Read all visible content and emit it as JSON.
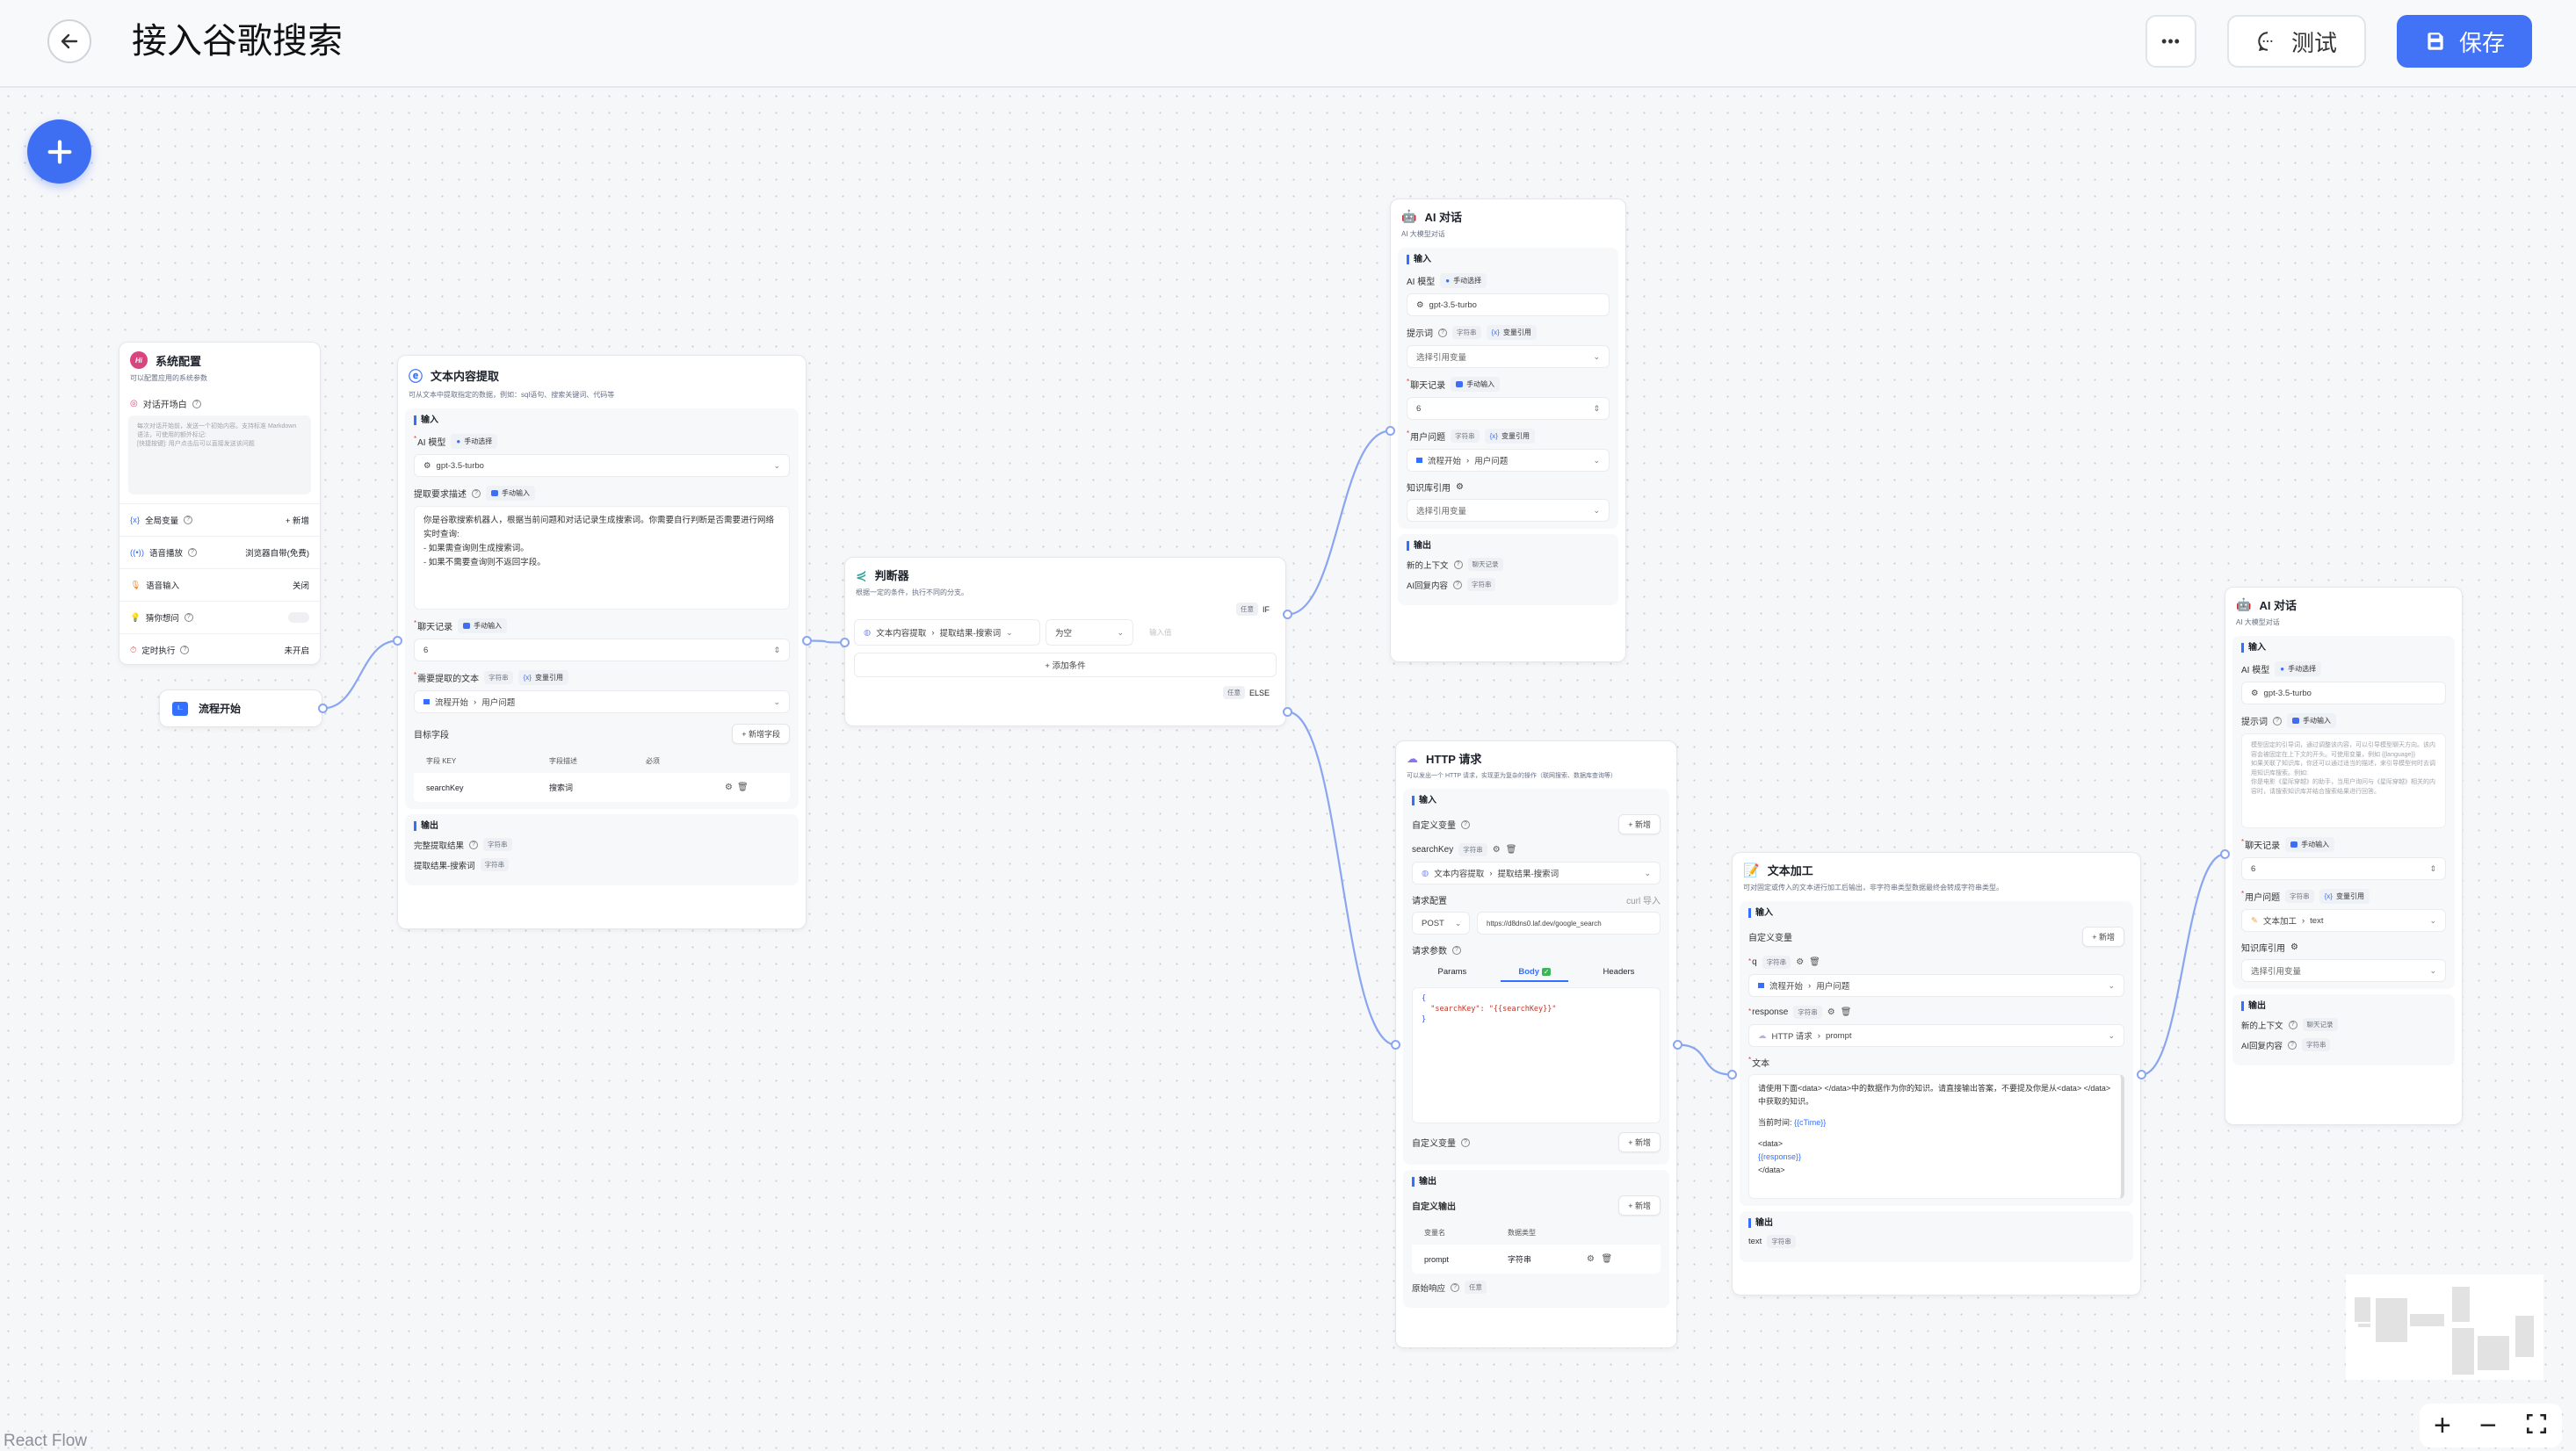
{
  "header": {
    "title": "接入谷歌搜索",
    "more_label": "•••",
    "test_label": "测试",
    "save_label": "保存"
  },
  "colors": {
    "accent": "#3370ff",
    "save_button": "#4272f5",
    "edge": "#8aa6f2",
    "canvas": "#f6f7f9"
  },
  "canvas": {
    "watermark": "React Flow",
    "zoom_in": "+",
    "zoom_out": "−"
  },
  "nodes": {
    "system_config": {
      "title": "系统配置",
      "desc": "可以配置应用的系统参数",
      "welcome_label": "对话开场白",
      "welcome_placeholder": "每次对话开始前，发送一个初始内容。支持标准 Markdown 语法，可使用的额外标记:\n[快捷按键]: 用户点击后可以直接发送该问题",
      "items": [
        {
          "label": "全局变量",
          "value": "+ 新增"
        },
        {
          "label": "语音播放",
          "value": "浏览器自带(免费)"
        },
        {
          "label": "语音输入",
          "value": "关闭"
        },
        {
          "label": "猜你想问",
          "toggle_on": false
        },
        {
          "label": "定时执行",
          "value": "未开启"
        }
      ]
    },
    "flow_start": {
      "title": "流程开始"
    },
    "extract": {
      "title": "文本内容提取",
      "desc": "可从文本中提取指定的数据，例如：sql语句、搜索关键词、代码等",
      "input_title": "输入",
      "model_label": "AI 模型",
      "model_mode": "手动选择",
      "model_value": "gpt-3.5-turbo",
      "desc_label": "提取要求描述",
      "desc_mode": "手动输入",
      "desc_value": "你是谷歌搜索机器人，根据当前问题和对话记录生成搜索词。你需要自行判断是否需要进行网络实时查询:\n- 如果需查询则生成搜索词。\n- 如果不需要查询则不返回字段。",
      "history_label": "聊天记录",
      "history_mode": "手动输入",
      "history_value": "6",
      "text_label": "需要提取的文本",
      "text_type": "字符串",
      "text_mode": "变量引用",
      "text_source": "流程开始",
      "text_field": "用户问题",
      "target_label": "目标字段",
      "add_field": "+ 新增字段",
      "table_headers": [
        "字段 KEY",
        "字段描述",
        "必须"
      ],
      "table_rows": [
        {
          "key": "searchKey",
          "desc": "搜索词"
        }
      ],
      "output_title": "输出",
      "outputs": [
        {
          "label": "完整提取结果",
          "type": "字符串"
        },
        {
          "label": "提取结果-搜索词",
          "type": "字符串"
        }
      ]
    },
    "judge": {
      "title": "判断器",
      "desc": "根据一定的条件，执行不同的分支。",
      "if_tag": "任意",
      "if_label": "IF",
      "cond_source": "文本内容提取",
      "cond_field": "提取结果-搜索词",
      "cond_op": "为空",
      "cond_value_placeholder": "输入值",
      "add_condition": "+ 添加条件",
      "else_tag": "任意",
      "else_label": "ELSE"
    },
    "ai_chat_1": {
      "title": "AI 对话",
      "desc": "AI 大模型对话",
      "input_title": "输入",
      "model_label": "AI 模型",
      "model_mode": "手动选择",
      "model_value": "gpt-3.5-turbo",
      "prompt_label": "提示词",
      "prompt_type": "字符串",
      "prompt_mode": "变量引用",
      "prompt_value": "选择引用变量",
      "history_label": "聊天记录",
      "history_mode": "手动输入",
      "history_value": "6",
      "question_label": "用户问题",
      "question_type": "字符串",
      "question_mode": "变量引用",
      "question_source": "流程开始",
      "question_field": "用户问题",
      "kb_label": "知识库引用",
      "kb_value": "选择引用变量",
      "output_title": "输出",
      "outputs": [
        {
          "label": "新的上下文",
          "type": "聊天记录"
        },
        {
          "label": "AI回复内容",
          "type": "字符串"
        }
      ]
    },
    "http": {
      "title": "HTTP 请求",
      "desc": "可以发出一个 HTTP 请求，实现更为复杂的操作（联网搜索、数据库查询等）",
      "input_title": "输入",
      "custom_var_label": "自定义变量",
      "add_label": "+ 新增",
      "var_name": "searchKey",
      "var_type": "字符串",
      "var_source": "文本内容提取",
      "var_field": "提取结果-搜索词",
      "config_label": "请求配置",
      "curl_import": "curl 导入",
      "method": "POST",
      "url": "https://d8dns0.laf.dev/google_search",
      "params_label": "请求参数",
      "tabs": [
        "Params",
        "Body",
        "Headers"
      ],
      "active_tab": "Body",
      "body_lines": [
        "{",
        "  \"searchKey\": \"{{searchKey}}\"",
        "}"
      ],
      "custom_var_label_2": "自定义变量",
      "output_title": "输出",
      "custom_output_label": "自定义输出",
      "output_headers": [
        "变量名",
        "数据类型"
      ],
      "output_rows": [
        {
          "name": "prompt",
          "type": "字符串"
        }
      ],
      "raw_label": "原始响应",
      "raw_type": "任意"
    },
    "text_process": {
      "title": "文本加工",
      "desc": "可对固定或传入的文本进行加工后输出，非字符串类型数据最终会转成字符串类型。",
      "input_title": "输入",
      "custom_var_label": "自定义变量",
      "add_label": "+ 新增",
      "vars": [
        {
          "name": "q",
          "type": "字符串",
          "source": "流程开始",
          "field": "用户问题"
        },
        {
          "name": "response",
          "type": "字符串",
          "source": "HTTP 请求",
          "field": "prompt"
        }
      ],
      "text_label": "文本",
      "text_line1": "请使用下面<data> </data>中的数据作为你的知识。请直接输出答案，不要提及你是从<data> </data>中获取的知识。",
      "text_time_label": "当前时间: ",
      "text_time_var": "{{cTime}}",
      "text_data_open": "<data>",
      "text_response_var": "{{response}}",
      "text_data_close": "</data>",
      "output_title": "输出",
      "outputs": [
        {
          "label": "text",
          "type": "字符串"
        }
      ]
    },
    "ai_chat_2": {
      "title": "AI 对话",
      "desc": "AI 大模型对话",
      "input_title": "输入",
      "model_label": "AI 模型",
      "model_mode": "手动选择",
      "model_value": "gpt-3.5-turbo",
      "prompt_label": "提示词",
      "prompt_mode": "手动输入",
      "prompt_placeholder": "模型固定的引导词，通过调整该内容，可以引导模型聊天方向。该内容会被固定在上下文的开头。可使用变量，例如 {{language}}\n如果关联了知识库，你还可以通过适当的描述，来引导模型何时去调用知识库搜索。例如:\n你是电影《星际穿越》的助手，当用户询问与《星际穿越》相关的内容时，请搜索知识库并结合搜索结果进行回答。",
      "history_label": "聊天记录",
      "history_mode": "手动输入",
      "history_value": "6",
      "question_label": "用户问题",
      "question_type": "字符串",
      "question_mode": "变量引用",
      "question_source": "文本加工",
      "question_field": "text",
      "kb_label": "知识库引用",
      "kb_value": "选择引用变量",
      "output_title": "输出",
      "outputs": [
        {
          "label": "新的上下文",
          "type": "聊天记录"
        },
        {
          "label": "AI回复内容",
          "type": "字符串"
        }
      ]
    }
  }
}
